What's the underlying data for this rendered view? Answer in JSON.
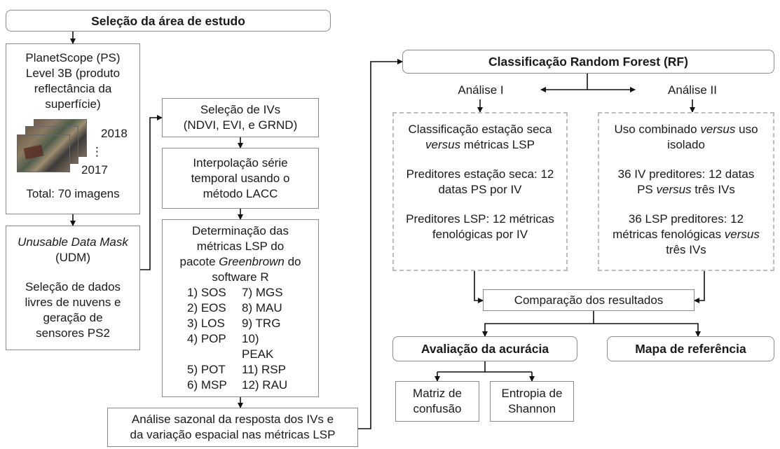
{
  "steps": {
    "study_area": "Seleção da área de estudo",
    "planetscope": {
      "lines": [
        "PlanetScope (PS)",
        "Level 3B (produto",
        "reflectância da",
        "superfície)"
      ],
      "year_top": "2018",
      "year_dots": "⋮",
      "year_bottom": "2017",
      "total": "Total: 70 imagens"
    },
    "udm": {
      "title_italic": "Unusable Data Mask",
      "title_rest": "(UDM)",
      "desc": [
        "Seleção de dados",
        "livres de nuvens e",
        "geração de",
        "sensores PS2"
      ]
    },
    "iv_selection": [
      "Seleção de IVs",
      "(NDVI, EVI, e GRND)"
    ],
    "interpolation": [
      "Interpolação série",
      "temporal usando o",
      "método LACC"
    ],
    "lsp": {
      "lines": [
        "Determinação das",
        "métricas LSP do"
      ],
      "pkg_pre": "pacote ",
      "pkg_italic": "Greenbrown",
      "pkg_post": " do",
      "software": "software R",
      "metrics_left": [
        "1) SOS",
        "2) EOS",
        "3) LOS",
        "4) POP",
        "5) POT",
        "6) MSP"
      ],
      "metrics_right": [
        "7) MGS",
        "8) MAU",
        "9) TRG",
        "10) PEAK",
        "11) RSP",
        "12) RAU"
      ]
    },
    "seasonal": [
      "Análise sazonal da resposta dos IVs  e",
      "da variação espacial nas métricas LSP"
    ],
    "rf": "Classificação Random Forest (RF)",
    "analysis_i": "Análise I",
    "analysis_ii": "Análise II",
    "dry_season": {
      "line1": "Classificação estação seca",
      "line2_italic": "versus",
      "line2_rest": " métricas LSP",
      "pred1": [
        "Preditores estação seca: 12",
        "datas PS por IV"
      ],
      "pred2": [
        "Preditores LSP: 12 métricas",
        "fenológicas por IV"
      ]
    },
    "combined": {
      "l1_pre": "Uso combinado ",
      "l1_italic": "versus",
      "l1_post": " uso",
      "l2": "isolado",
      "p1_l1": "36 IV preditores: 12 datas",
      "p1_l2_pre": "PS ",
      "p1_l2_italic": "versus",
      "p1_l2_post": " três IVs",
      "p2_l1": "36 LSP preditores: 12",
      "p2_l2_pre": "métricas fenológicas ",
      "p2_l2_italic": "versus",
      "p2_l3": "três IVs"
    },
    "comparison": "Comparação dos resultados",
    "accuracy": "Avaliação da acurácia",
    "reference_map": "Mapa de referência",
    "confusion": [
      "Matriz de",
      "confusão"
    ],
    "entropy": [
      "Entropia de",
      "Shannon"
    ]
  }
}
